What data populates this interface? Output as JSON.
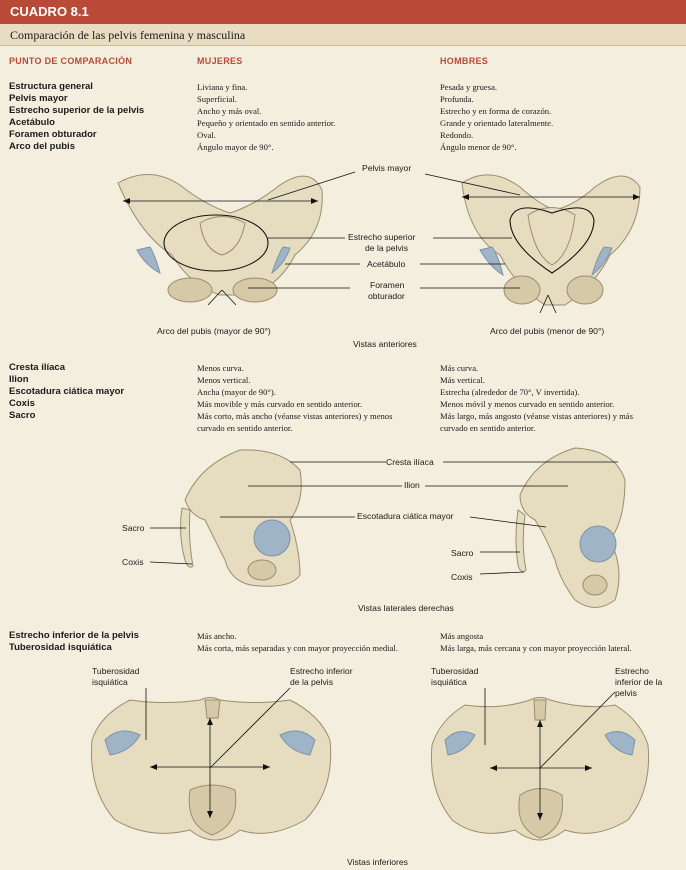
{
  "header": {
    "box": "CUADRO 8.1",
    "title": "Comparación de las pelvis femenina y masculina"
  },
  "columns": {
    "point": "PUNTO DE COMPARACIÓN",
    "women": "MUJERES",
    "men": "HOMBRES"
  },
  "table1": {
    "labels": [
      "Estructura general",
      "Pelvis mayor",
      "Estrecho superior de la pelvis",
      "Acetábulo",
      "Foramen obturador",
      "Arco del pubis"
    ],
    "women": [
      "Liviana y fina.",
      "Superficial.",
      "Ancho y más oval.",
      "Pequeño y orientado en sentido anterior.",
      "Oval.",
      "Ángulo mayor de 90°."
    ],
    "men": [
      "Pesada y gruesa.",
      "Profunda.",
      "Estrecho y en forma de corazón.",
      "Grande y orientado lateralmente.",
      "Redondo.",
      "Ángulo menor de 90°."
    ]
  },
  "anterior": {
    "pelvis_mayor": "Pelvis mayor",
    "estrecho_sup_1": "Estrecho superior",
    "estrecho_sup_2": "de la pelvis",
    "acetabulo": "Acetábulo",
    "foramen_1": "Foramen",
    "foramen_2": "obturador",
    "arco_f": "Arco del pubis (mayor de 90°)",
    "arco_m": "Arco del pubis (menor de 90°)",
    "caption": "Vistas anteriores"
  },
  "table2": {
    "labels": [
      "Cresta ilíaca",
      "Ilion",
      "Escotadura ciática mayor",
      "Coxis",
      "Sacro"
    ],
    "women": [
      "Menos curva.",
      "Menos vertical.",
      "Ancha (mayor de 90°).",
      "Más movible y más curvado en sentido anterior.",
      "Más corto, más ancho (véanse vistas anteriores) y menos",
      "curvado en sentido anterior."
    ],
    "men": [
      "Más curva.",
      "Más vertical.",
      "Estrecha (alrededor de 70°, V invertida).",
      "Menos móvil y menos curvado en sentido anterior.",
      "Más largo, más angosto (véanse vistas anteriores) y más",
      "curvado en sentido anterior."
    ]
  },
  "lateral": {
    "cresta": "Cresta ilíaca",
    "ilion": "Ilion",
    "escotadura": "Escotadura ciática mayor",
    "sacro_f": "Sacro",
    "coxis_f": "Coxis",
    "sacro_m": "Sacro",
    "coxis_m": "Coxis",
    "caption": "Vistas laterales derechas"
  },
  "table3": {
    "labels": [
      "Estrecho inferior de la pelvis",
      "Tuberosidad isquiática"
    ],
    "women": [
      "Más ancho.",
      "Más corta, más separadas y con mayor proyección medial."
    ],
    "men": [
      "Más angosta",
      "Más larga, más cercana y con mayor proyección lateral."
    ]
  },
  "inferior": {
    "tub_f_1": "Tuberosidad",
    "tub_f_2": "isquiática",
    "est_f_1": "Estrecho inferior",
    "est_f_2": "de la pelvis",
    "tub_m_1": "Tuberosidad",
    "tub_m_2": "isquiática",
    "est_m_1": "Estrecho",
    "est_m_2": "inferior de la",
    "est_m_3": "pelvis",
    "caption": "Vistas inferiores"
  }
}
